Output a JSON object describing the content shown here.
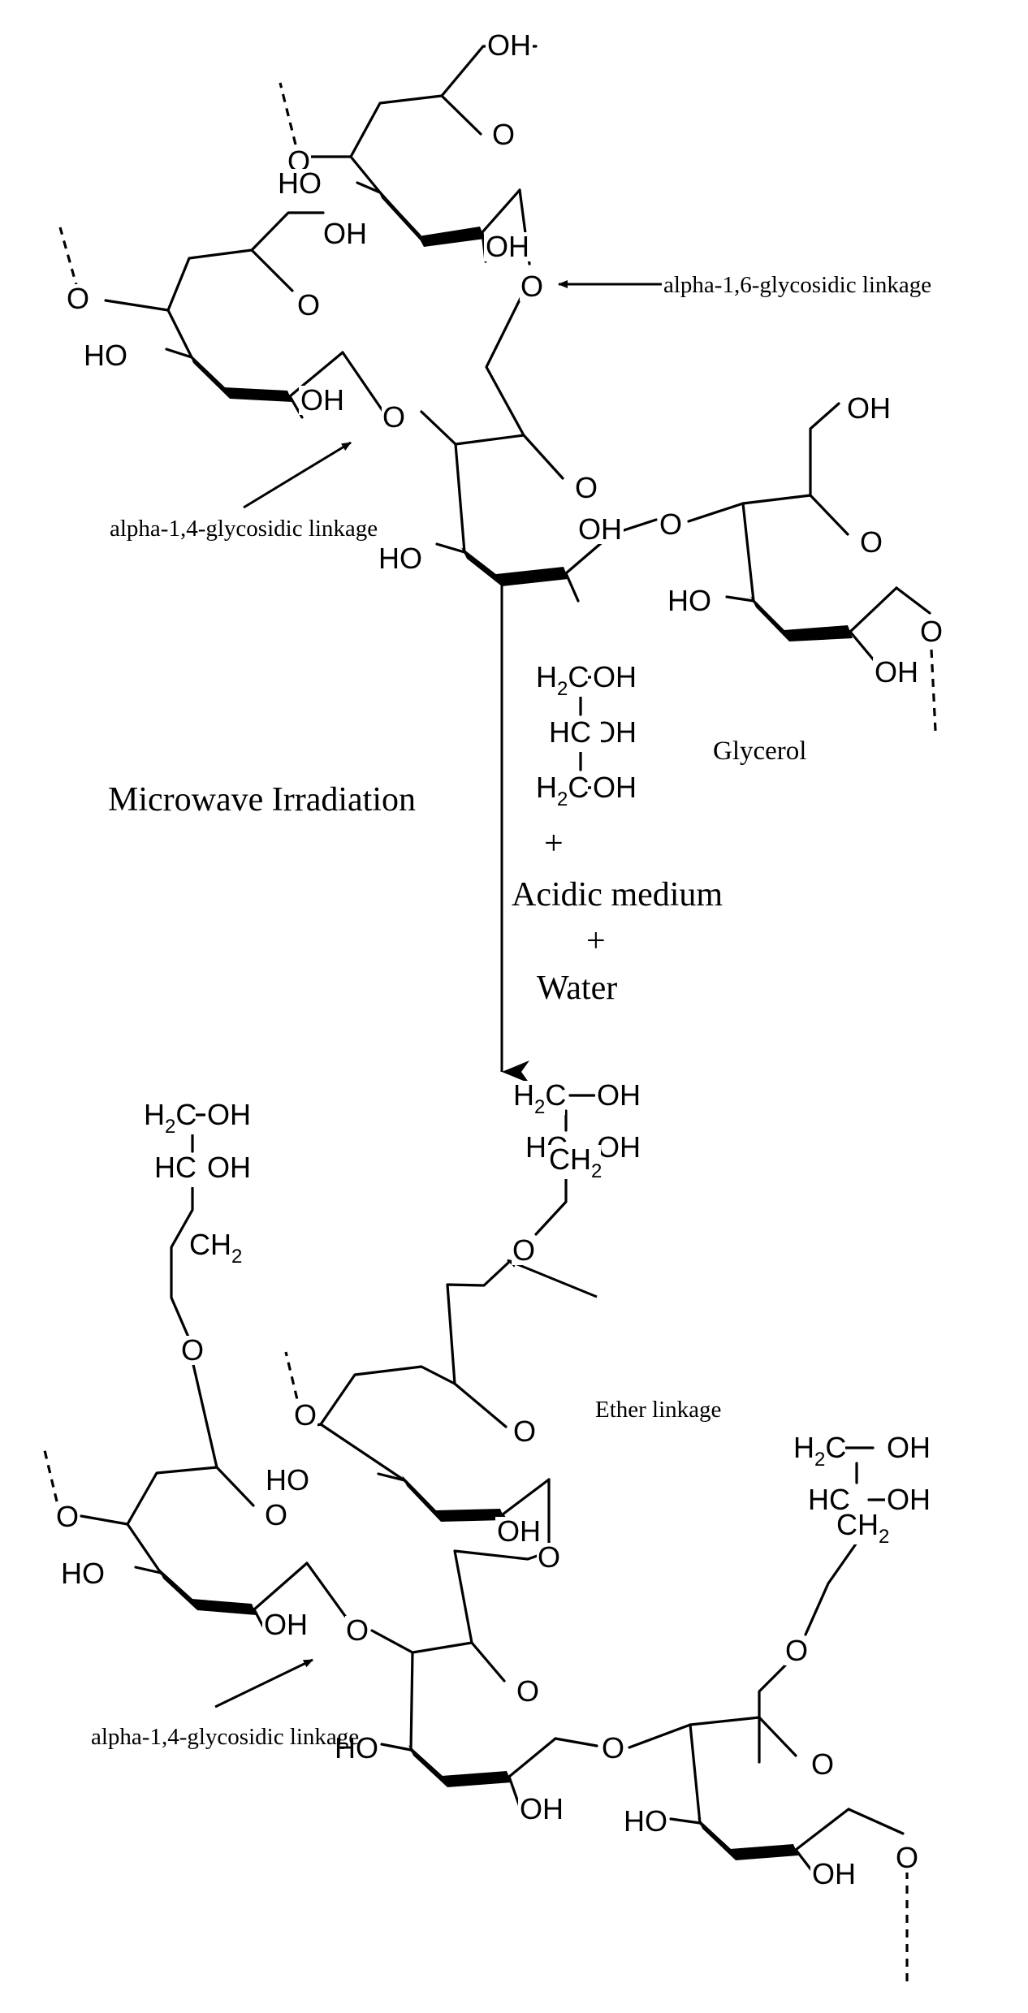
{
  "atoms": {
    "o": "O",
    "oh": "OH",
    "ho": "HO",
    "h2c": "H",
    "two": "2",
    "hc": "HC",
    "ch": "CH"
  },
  "top": {
    "label_16": "alpha-1,6-glycosidic linkage",
    "label_14": "alpha-1,4-glycosidic linkage"
  },
  "reaction": {
    "condition": "Microwave Irradiation",
    "reagent_name": "Glycerol",
    "plus": "+",
    "medium": "Acidic medium",
    "water": "Water"
  },
  "bottom": {
    "label_ether": "Ether linkage",
    "label_14": "alpha-1,4-glycosidic linkage"
  }
}
